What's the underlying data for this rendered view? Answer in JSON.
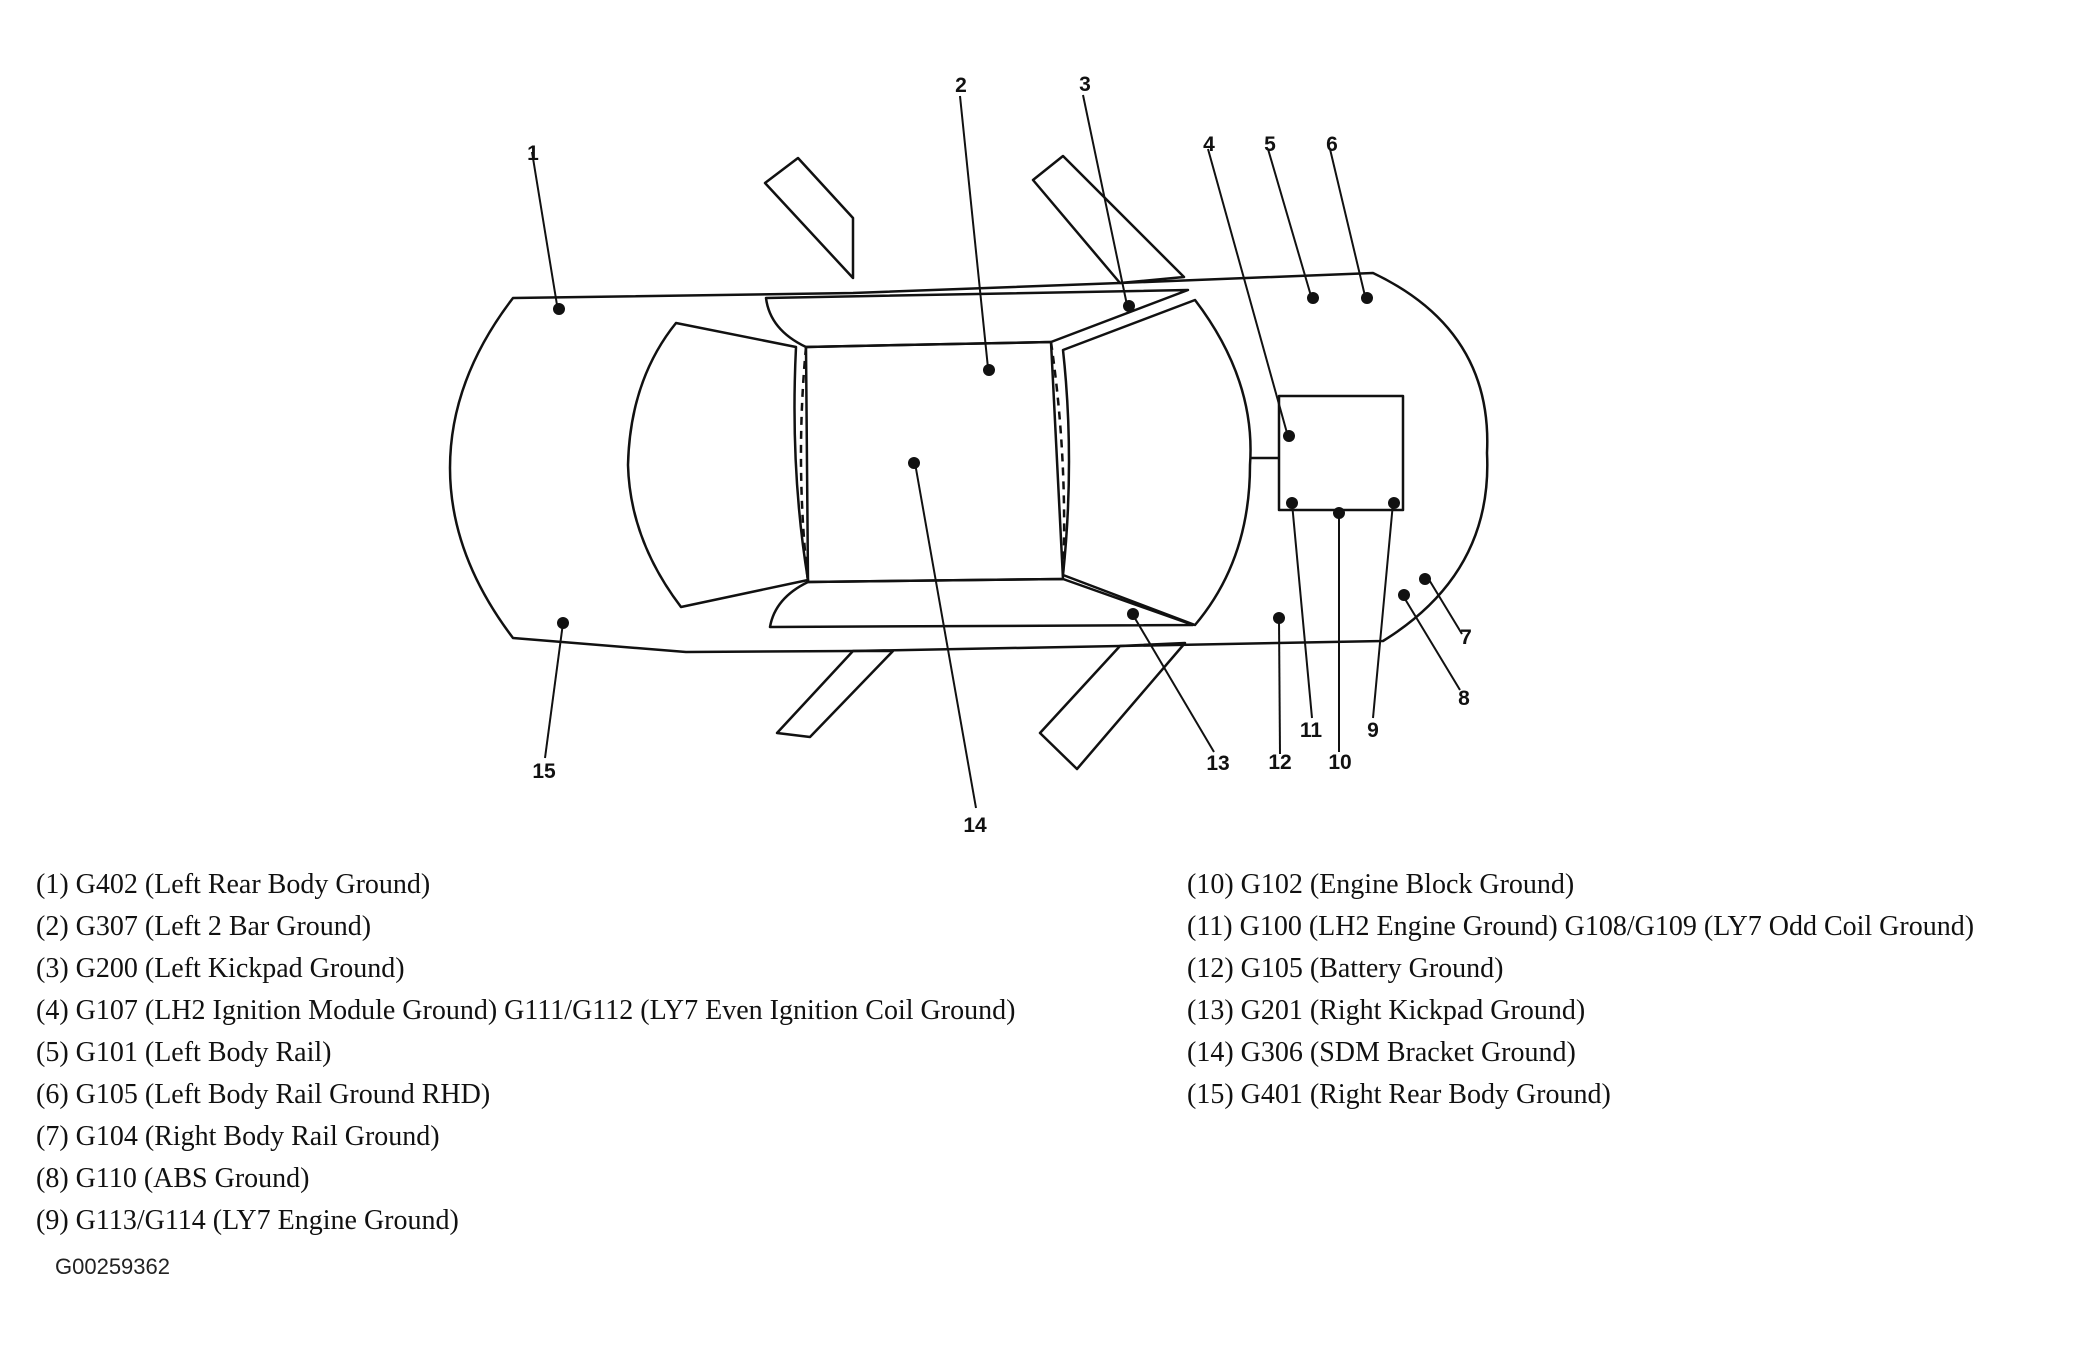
{
  "callout_numbers": [
    "1",
    "2",
    "3",
    "4",
    "5",
    "6",
    "7",
    "8",
    "9",
    "10",
    "11",
    "12",
    "13",
    "14",
    "15"
  ],
  "legend_left": [
    "(1)  G402 (Left Rear Body Ground)",
    "(2)  G307 (Left 2 Bar Ground)",
    "(3)  G200 (Left Kickpad Ground)",
    "(4)  G107 (LH2 Ignition Module Ground) G111/G112 (LY7 Even Ignition Coil Ground)",
    "(5)  G101 (Left Body Rail)",
    "(6)  G105 (Left Body Rail Ground RHD)",
    "(7)  G104 (Right Body Rail Ground)",
    "(8)  G110 (ABS Ground)",
    "(9)  G113/G114 (LY7 Engine Ground)"
  ],
  "legend_right": [
    "(10) G102 (Engine Block Ground)",
    "(11) G100 (LH2 Engine Ground) G108/G109 (LY7 Odd Coil Ground)",
    "(12) G105 (Battery Ground)",
    "(13) G201 (Right Kickpad Ground)",
    "(14) G306 (SDM Bracket Ground)",
    "(15) G401 (Right Rear Body Ground)"
  ],
  "figure_id": "G00259362"
}
